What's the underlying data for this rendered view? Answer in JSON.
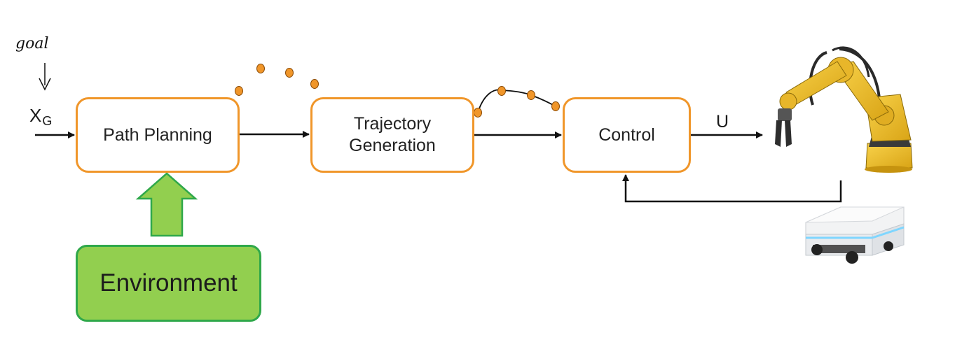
{
  "diagram": {
    "input_label": "X",
    "input_subscript": "G",
    "handwritten_note": "goal",
    "blocks": {
      "path_planning": "Path Planning",
      "trajectory_generation_line1": "Trajectory",
      "trajectory_generation_line2": "Generation",
      "control": "Control",
      "environment": "Environment"
    },
    "output_label": "U"
  },
  "colors": {
    "block_border": "#f0962a",
    "environment_fill": "#92cf4f",
    "environment_border": "#2fa84a",
    "waypoint_fill": "#f0962a",
    "arrow": "#111111"
  },
  "icons": {
    "robot_arm": "industrial-robot-arm",
    "mobile_robot": "autonomous-mobile-robot"
  }
}
